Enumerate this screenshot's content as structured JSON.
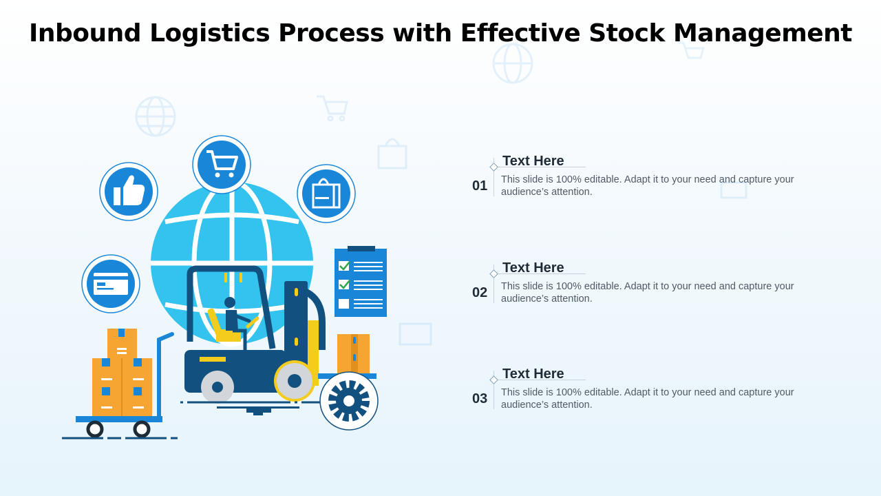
{
  "title": "Inbound Logistics Process with Effective Stock Management",
  "colors": {
    "globe": "#33c3ee",
    "badge_blue": "#1a86d8",
    "navy": "#12507f",
    "orange": "#f6a432",
    "yellow": "#f3cc1e",
    "grey": "#d2d6da"
  },
  "icons": [
    "thumbs-up-icon",
    "shopping-cart-icon",
    "shopping-bag-icon",
    "credit-card-icon",
    "checklist-icon",
    "gear-icon",
    "forklift-icon",
    "globe-icon",
    "boxes-icon"
  ],
  "items": [
    {
      "number": "01",
      "heading": "Text Here",
      "description": "This slide is 100% editable. Adapt it to your need and capture your audience’s attention."
    },
    {
      "number": "02",
      "heading": "Text Here",
      "description": "This slide is 100% editable. Adapt it to your need and capture your audience’s attention."
    },
    {
      "number": "03",
      "heading": "Text Here",
      "description": "This slide is 100% editable. Adapt it to your need and capture your audience’s attention."
    }
  ]
}
